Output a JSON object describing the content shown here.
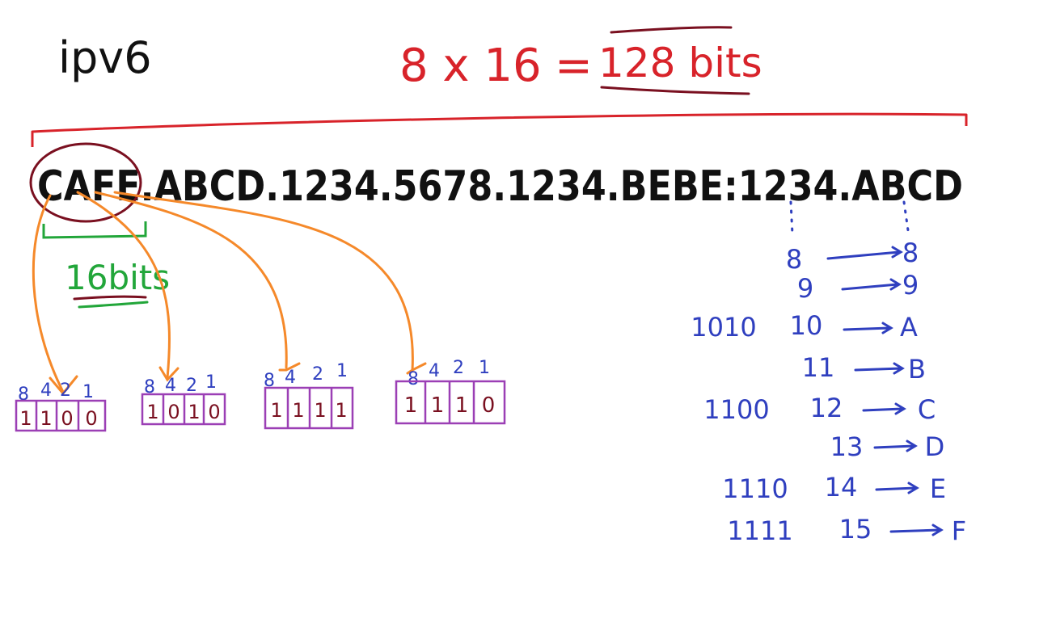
{
  "title": "ipv6",
  "formula": {
    "lhs": "8 x 16",
    "equals": "=",
    "rhs": "128 bits"
  },
  "address": "CAFE.ABCD.1234.5678.1234.BEBE:1234.ABCD",
  "segment_label": "16bits",
  "nibbles": [
    {
      "weights": [
        "8",
        "4",
        "2",
        "1"
      ],
      "bits": [
        "1",
        "1",
        "0",
        "0"
      ]
    },
    {
      "weights": [
        "8",
        "4",
        "2",
        "1"
      ],
      "bits": [
        "1",
        "0",
        "1",
        "0"
      ]
    },
    {
      "weights": [
        "8",
        "4",
        "2",
        "1"
      ],
      "bits": [
        "1",
        "1",
        "1",
        "1"
      ]
    },
    {
      "weights": [
        "8",
        "4",
        "2",
        "1"
      ],
      "bits": [
        "1",
        "1",
        "1",
        "0"
      ]
    }
  ],
  "hex_table": [
    {
      "binary": "",
      "decimal": "8",
      "hex": "8"
    },
    {
      "binary": "",
      "decimal": "9",
      "hex": "9"
    },
    {
      "binary": "1010",
      "decimal": "10",
      "hex": "A"
    },
    {
      "binary": "",
      "decimal": "11",
      "hex": "B"
    },
    {
      "binary": "1100",
      "decimal": "12",
      "hex": "C"
    },
    {
      "binary": "",
      "decimal": "13",
      "hex": "D"
    },
    {
      "binary": "1110",
      "decimal": "14",
      "hex": "E"
    },
    {
      "binary": "1111",
      "decimal": "15",
      "hex": "F"
    }
  ],
  "colors": {
    "ink": "#111111",
    "red": "#d8232a",
    "maroon": "#7a1020",
    "green": "#22a63a",
    "orange": "#f5892a",
    "purple": "#9b3fb5",
    "blue": "#2f3fbf"
  }
}
